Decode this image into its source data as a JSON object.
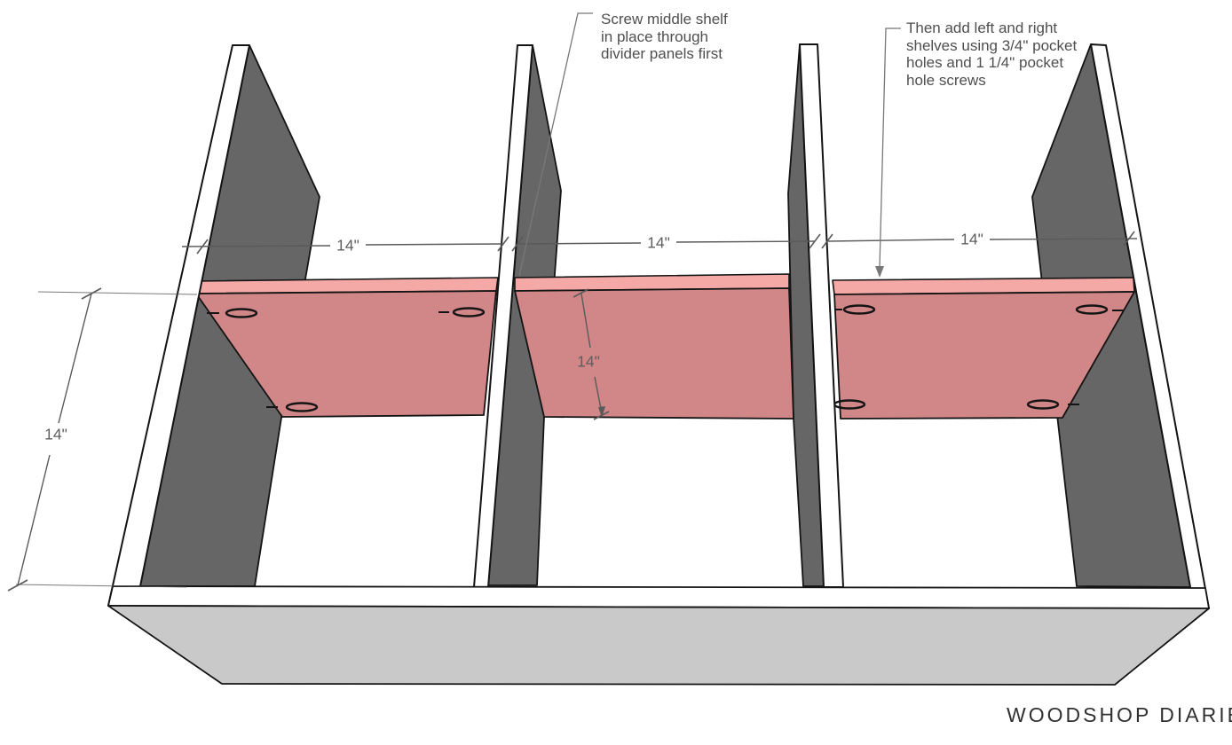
{
  "figure": {
    "type": "assembly-diagram",
    "subject": "Bookshelf carcass with two divider panels, side panels, bottom panel and three shelves"
  },
  "annotations": {
    "middle_shelf_note": "Screw middle shelf in place through divider panels first",
    "side_shelves_note": "Then add left and right shelves using 3/4\" pocket holes and 1 1/4\" pocket hole screws"
  },
  "dimensions": {
    "top_left_span": "14\"",
    "top_middle_span": "14\"",
    "top_right_span": "14\"",
    "middle_shelf_depth": "14\"",
    "left_side_height": "14\""
  },
  "watermark": "WOODSHOP DIARIES",
  "colors": {
    "shelf_top": "#f5a9a6",
    "shelf_front": "#d18688",
    "panel_face": "#666666",
    "panel_edge": "#ffffff",
    "bottom_face": "#c9c9c9",
    "outline": "#141414",
    "dimension": "#5a5a5a",
    "leader": "#787878"
  }
}
